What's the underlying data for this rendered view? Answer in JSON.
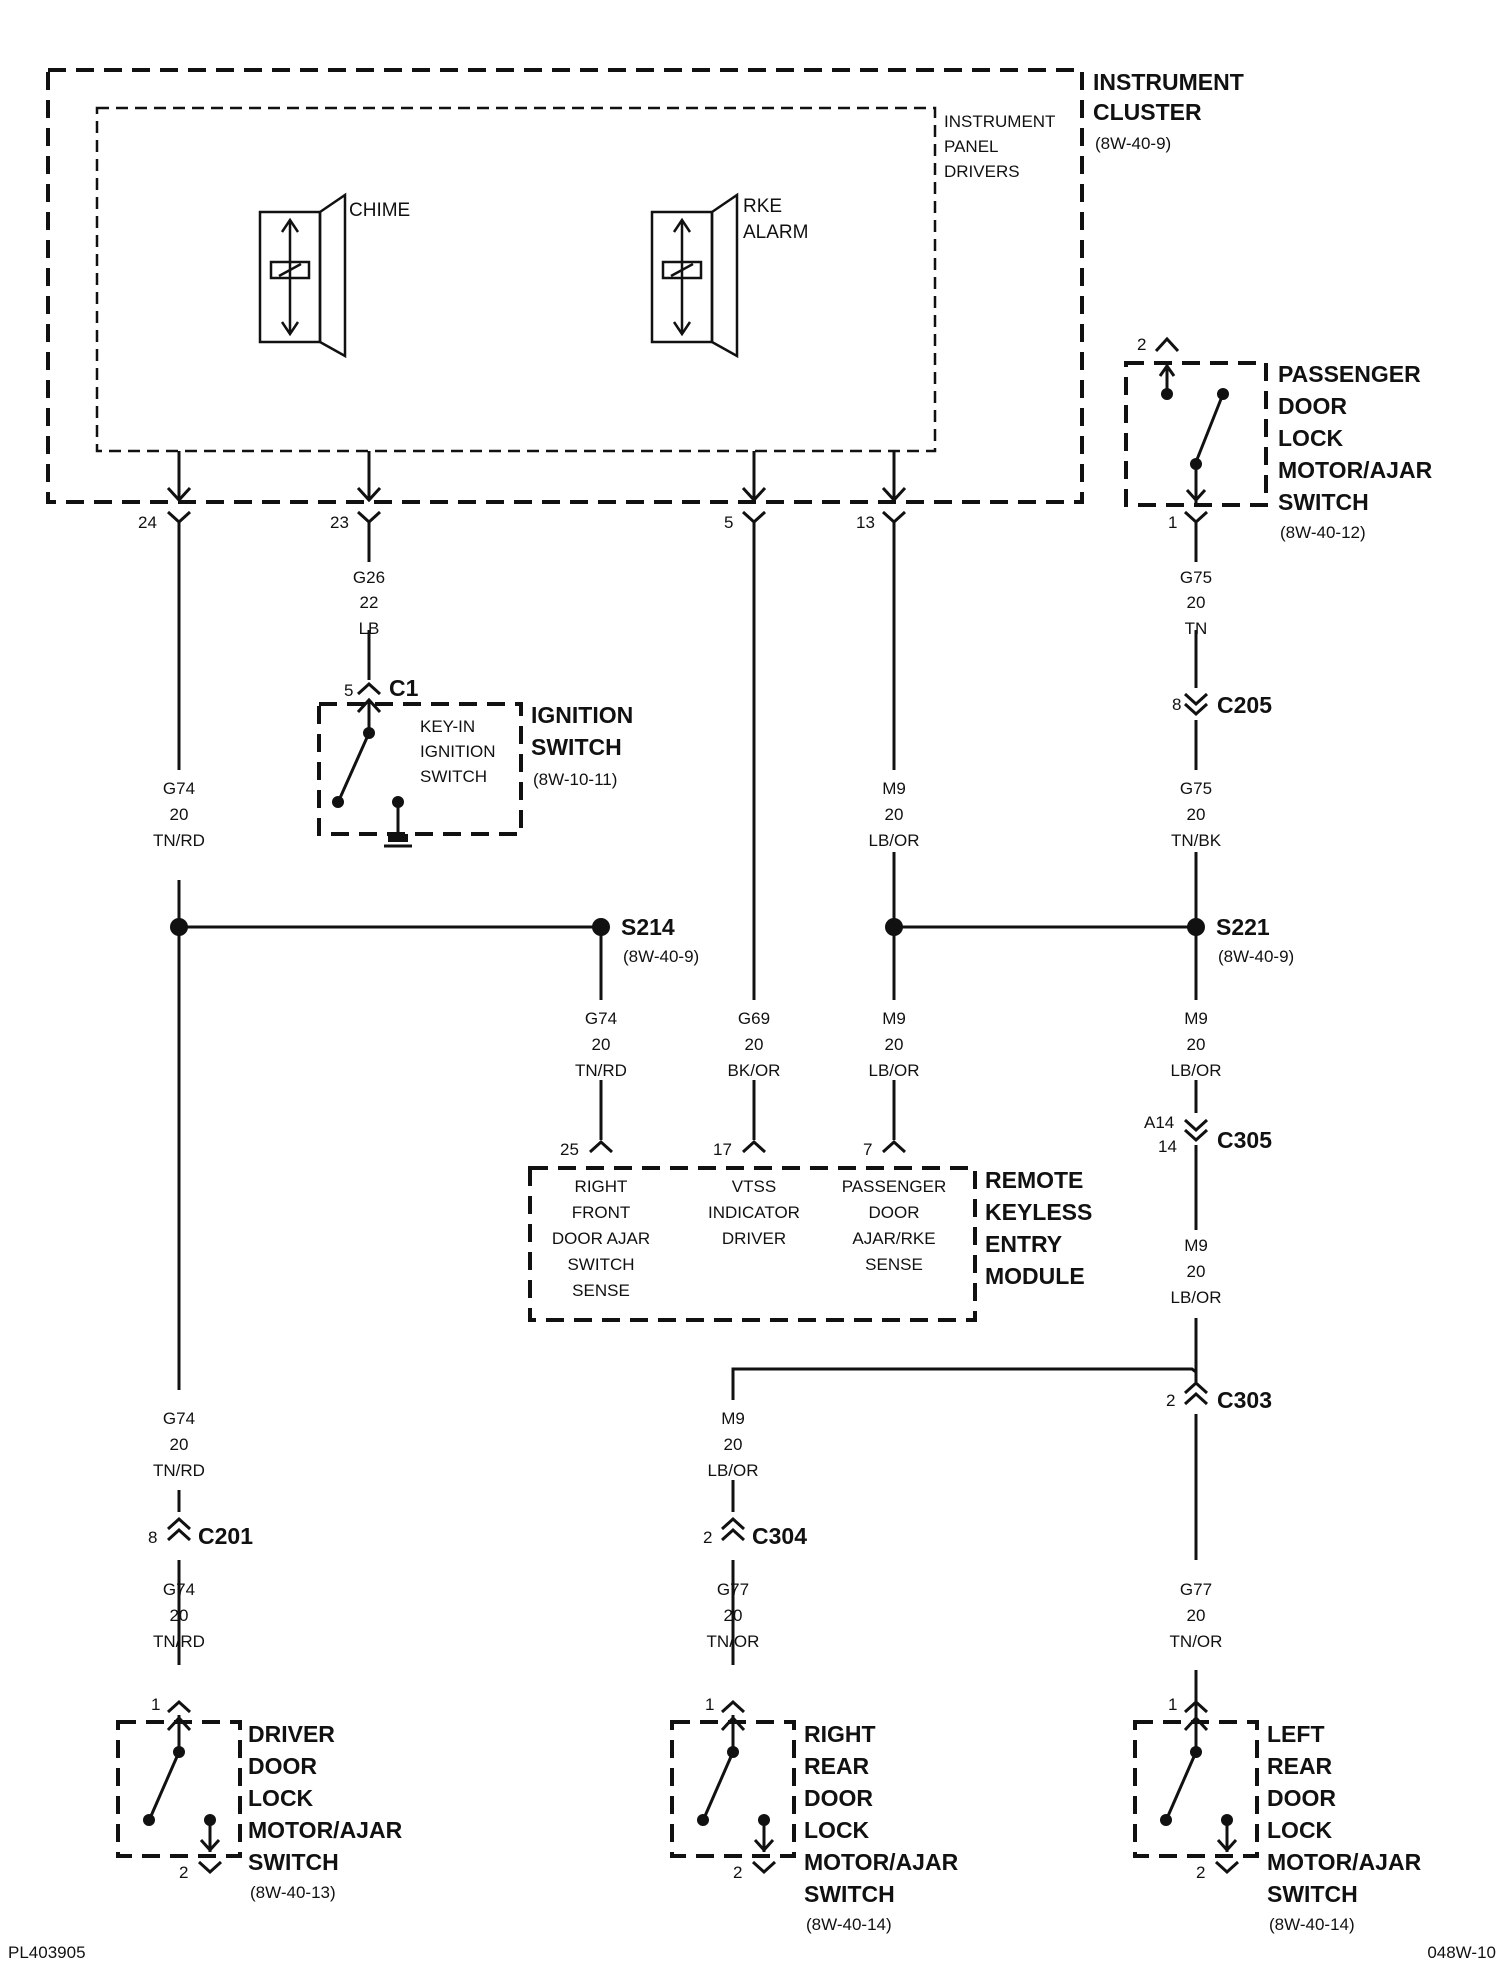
{
  "instrument_cluster": {
    "title_line1": "INSTRUMENT",
    "title_line2": "CLUSTER",
    "ref": "(8W-40-9)",
    "drivers_line1": "INSTRUMENT",
    "drivers_line2": "PANEL",
    "drivers_line3": "DRIVERS",
    "chime_label": "CHIME",
    "rke_line1": "RKE",
    "rke_line2": "ALARM",
    "pins": [
      "24",
      "23",
      "5",
      "13"
    ]
  },
  "ignition_switch": {
    "title_line1": "IGNITION",
    "title_line2": "SWITCH",
    "ref": "(8W-10-11)",
    "inner_line1": "KEY-IN",
    "inner_line2": "IGNITION",
    "inner_line3": "SWITCH",
    "connector": "C1",
    "pin": "5"
  },
  "passenger_switch": {
    "line1": "PASSENGER",
    "line2": "DOOR",
    "line3": "LOCK",
    "line4": "MOTOR/AJAR",
    "line5": "SWITCH",
    "ref": "(8W-40-12)",
    "pin_top": "2",
    "pin_bottom": "1"
  },
  "rke_module": {
    "line1": "REMOTE",
    "line2": "KEYLESS",
    "line3": "ENTRY",
    "line4": "MODULE",
    "pin_a": "25",
    "pin_b": "17",
    "pin_c": "7",
    "a_line1": "RIGHT",
    "a_line2": "FRONT",
    "a_line3": "DOOR AJAR",
    "a_line4": "SWITCH",
    "a_line5": "SENSE",
    "b_line1": "VTSS",
    "b_line2": "INDICATOR",
    "b_line3": "DRIVER",
    "c_line1": "PASSENGER",
    "c_line2": "DOOR",
    "c_line3": "AJAR/RKE",
    "c_line4": "SENSE"
  },
  "splices": {
    "s214": "S214",
    "s214_ref": "(8W-40-9)",
    "s221": "S221",
    "s221_ref": "(8W-40-9)"
  },
  "connectors": {
    "c205": "C205",
    "c205_pin": "8",
    "c305": "C305",
    "c305_pin1": "A14",
    "c305_pin2": "14",
    "c303": "C303",
    "c303_pin": "2",
    "c201": "C201",
    "c201_pin": "8",
    "c304": "C304",
    "c304_pin": "2"
  },
  "wires": {
    "g26": [
      "G26",
      "22",
      "LB"
    ],
    "g74_upper": [
      "G74",
      "20",
      "TN/RD"
    ],
    "g74_s214": [
      "G74",
      "20",
      "TN/RD"
    ],
    "g69": [
      "G69",
      "20",
      "BK/OR"
    ],
    "m9_upper": [
      "M9",
      "20",
      "LB/OR"
    ],
    "m9_module": [
      "M9",
      "20",
      "LB/OR"
    ],
    "g75_upper": [
      "G75",
      "20",
      "TN"
    ],
    "g75_lower": [
      "G75",
      "20",
      "TN/BK"
    ],
    "m9_s221": [
      "M9",
      "20",
      "LB/OR"
    ],
    "m9_c305": [
      "M9",
      "20",
      "LB/OR"
    ],
    "m9_c304": [
      "M9",
      "20",
      "LB/OR"
    ],
    "g74_lower1": [
      "G74",
      "20",
      "TN/RD"
    ],
    "g74_lower2": [
      "G74",
      "20",
      "TN/RD"
    ],
    "g77_right": [
      "G77",
      "20",
      "TN/OR"
    ],
    "g77_left": [
      "G77",
      "20",
      "TN/OR"
    ]
  },
  "driver_switch": {
    "line1": "DRIVER",
    "line2": "DOOR",
    "line3": "LOCK",
    "line4": "MOTOR/AJAR",
    "line5": "SWITCH",
    "ref": "(8W-40-13)",
    "pin_top": "1",
    "pin_bottom": "2"
  },
  "right_rear_switch": {
    "line1": "RIGHT",
    "line2": "REAR",
    "line3": "DOOR",
    "line4": "LOCK",
    "line5": "MOTOR/AJAR",
    "line6": "SWITCH",
    "ref": "(8W-40-14)",
    "pin_top": "1",
    "pin_bottom": "2"
  },
  "left_rear_switch": {
    "line1": "LEFT",
    "line2": "REAR",
    "line3": "DOOR",
    "line4": "LOCK",
    "line5": "MOTOR/AJAR",
    "line6": "SWITCH",
    "ref": "(8W-40-14)",
    "pin_top": "1",
    "pin_bottom": "2"
  },
  "footer": {
    "left": "PL403905",
    "right": "048W-10"
  }
}
